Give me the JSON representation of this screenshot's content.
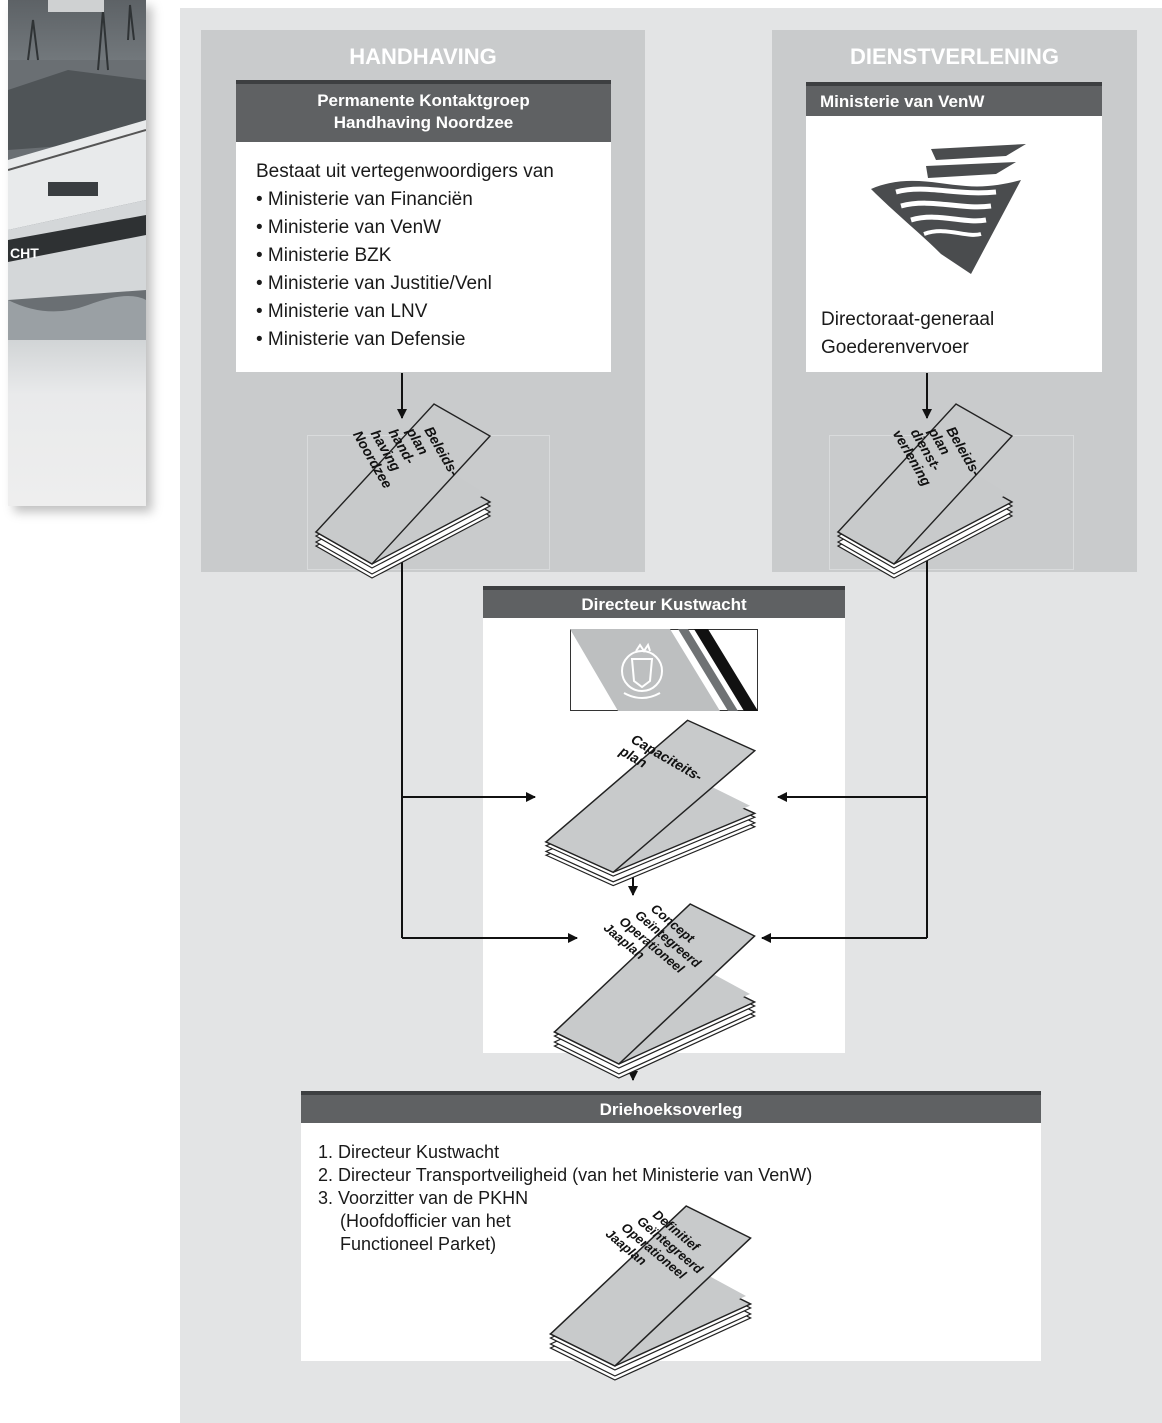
{
  "photo": {
    "hull_text": "CHT"
  },
  "left_panel": {
    "title": "HANDHAVING",
    "group_header_line1": "Permanente Kontaktgroep",
    "group_header_line2": "Handhaving Noordzee",
    "intro": "Bestaat uit vertegenwoordigers van",
    "members": [
      "• Ministerie van Financiën",
      "• Ministerie van VenW",
      "• Ministerie BZK",
      "• Ministerie van Justitie/Venl",
      "• Ministerie van LNV",
      "• Ministerie van Defensie"
    ],
    "book_lines": [
      "Beleids-",
      "plan",
      "hand-",
      "having",
      "Noordzee"
    ]
  },
  "right_panel": {
    "title": "DIENSTVERLENING",
    "header": "Ministerie van VenW",
    "logo_icon": "venw-wave-logo-icon",
    "org_line1": "Directoraat-generaal",
    "org_line2": "Goederenvervoer",
    "book_lines": [
      "Beleids-",
      "plan",
      "dienst-",
      "verlening"
    ]
  },
  "center": {
    "header": "Directeur Kustwacht",
    "emblem_icon": "kustwacht-emblem-icon",
    "book1_lines": [
      "Capaciteits-",
      "plan"
    ],
    "book2_lines": [
      "Concept",
      "Geïntegreerd",
      "Operationeel",
      "Jaaplan"
    ]
  },
  "bottom": {
    "header": "Driehoeksoverleg",
    "items": [
      "1. Directeur Kustwacht",
      "2. Directeur Transportveiligheid (van het Ministerie van VenW)",
      "3. Voorzitter van de PKHN",
      "(Hoofdofficier van het",
      "Functioneel Parket)"
    ],
    "book_lines": [
      "Definitief",
      "Geïntegreerd",
      "Operationeel",
      "Jaaplan"
    ]
  },
  "colors": {
    "header_bg": "#5f6163",
    "panel_bg": "#c9cbcc",
    "page_bg": "#e3e4e5",
    "book_fill": "#c8cacb"
  }
}
